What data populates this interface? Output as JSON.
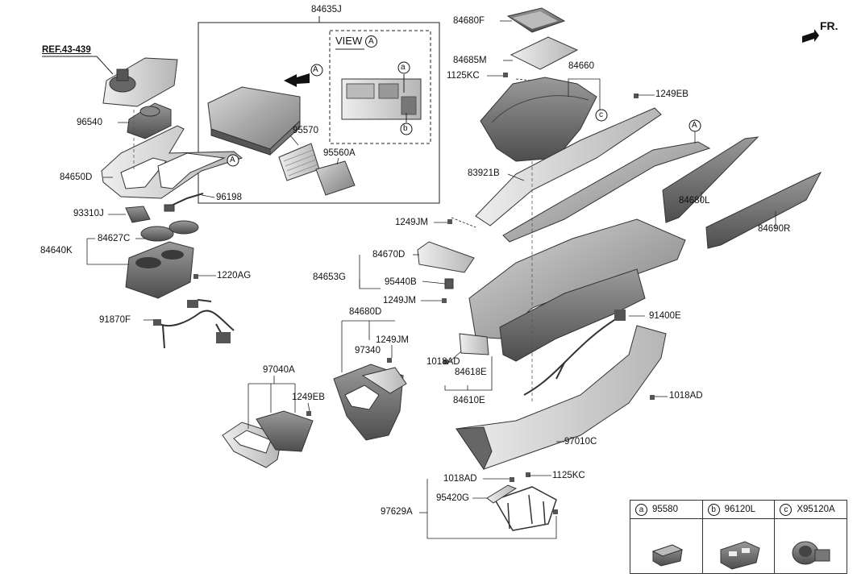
{
  "direction": "FR.",
  "ref_label": "REF.43-439",
  "view_label": "VIEW",
  "callouts": {
    "A": "A",
    "a": "a",
    "b": "b",
    "c": "c"
  },
  "parts": {
    "p84635J": "84635J",
    "p84680F": "84680F",
    "p84685M": "84685M",
    "p84660": "84660",
    "p1125KC_top": "1125KC",
    "p1249EB_top": "1249EB",
    "p96540": "96540",
    "p95570": "95570",
    "p95560A": "95560A",
    "p84650D": "84650D",
    "p96198": "96198",
    "p83921B": "83921B",
    "p93310J": "93310J",
    "p84627C": "84627C",
    "p84640K": "84640K",
    "p1249JM_mid": "1249JM",
    "p84680L": "84680L",
    "p84690R": "84690R",
    "p84670D": "84670D",
    "p84653G": "84653G",
    "p95440B": "95440B",
    "p1249JM_low": "1249JM",
    "p1220AG": "1220AG",
    "p84680D": "84680D",
    "p91400E": "91400E",
    "p91870F": "91870F",
    "p1249JM_c": "1249JM",
    "p97340": "97340",
    "p1018AD_a": "1018AD",
    "p84618E": "84618E",
    "p97040A": "97040A",
    "p1249EB_b": "1249EB",
    "p84610E": "84610E",
    "p1018AD_b": "1018AD",
    "p97010C": "97010C",
    "p1018AD_c": "1018AD",
    "p1125KC_b": "1125KC",
    "p95420G": "95420G",
    "p97629A": "97629A"
  },
  "legend": [
    {
      "letter": "a",
      "part": "95580"
    },
    {
      "letter": "b",
      "part": "96120L"
    },
    {
      "letter": "c",
      "part": "X95120A"
    }
  ]
}
